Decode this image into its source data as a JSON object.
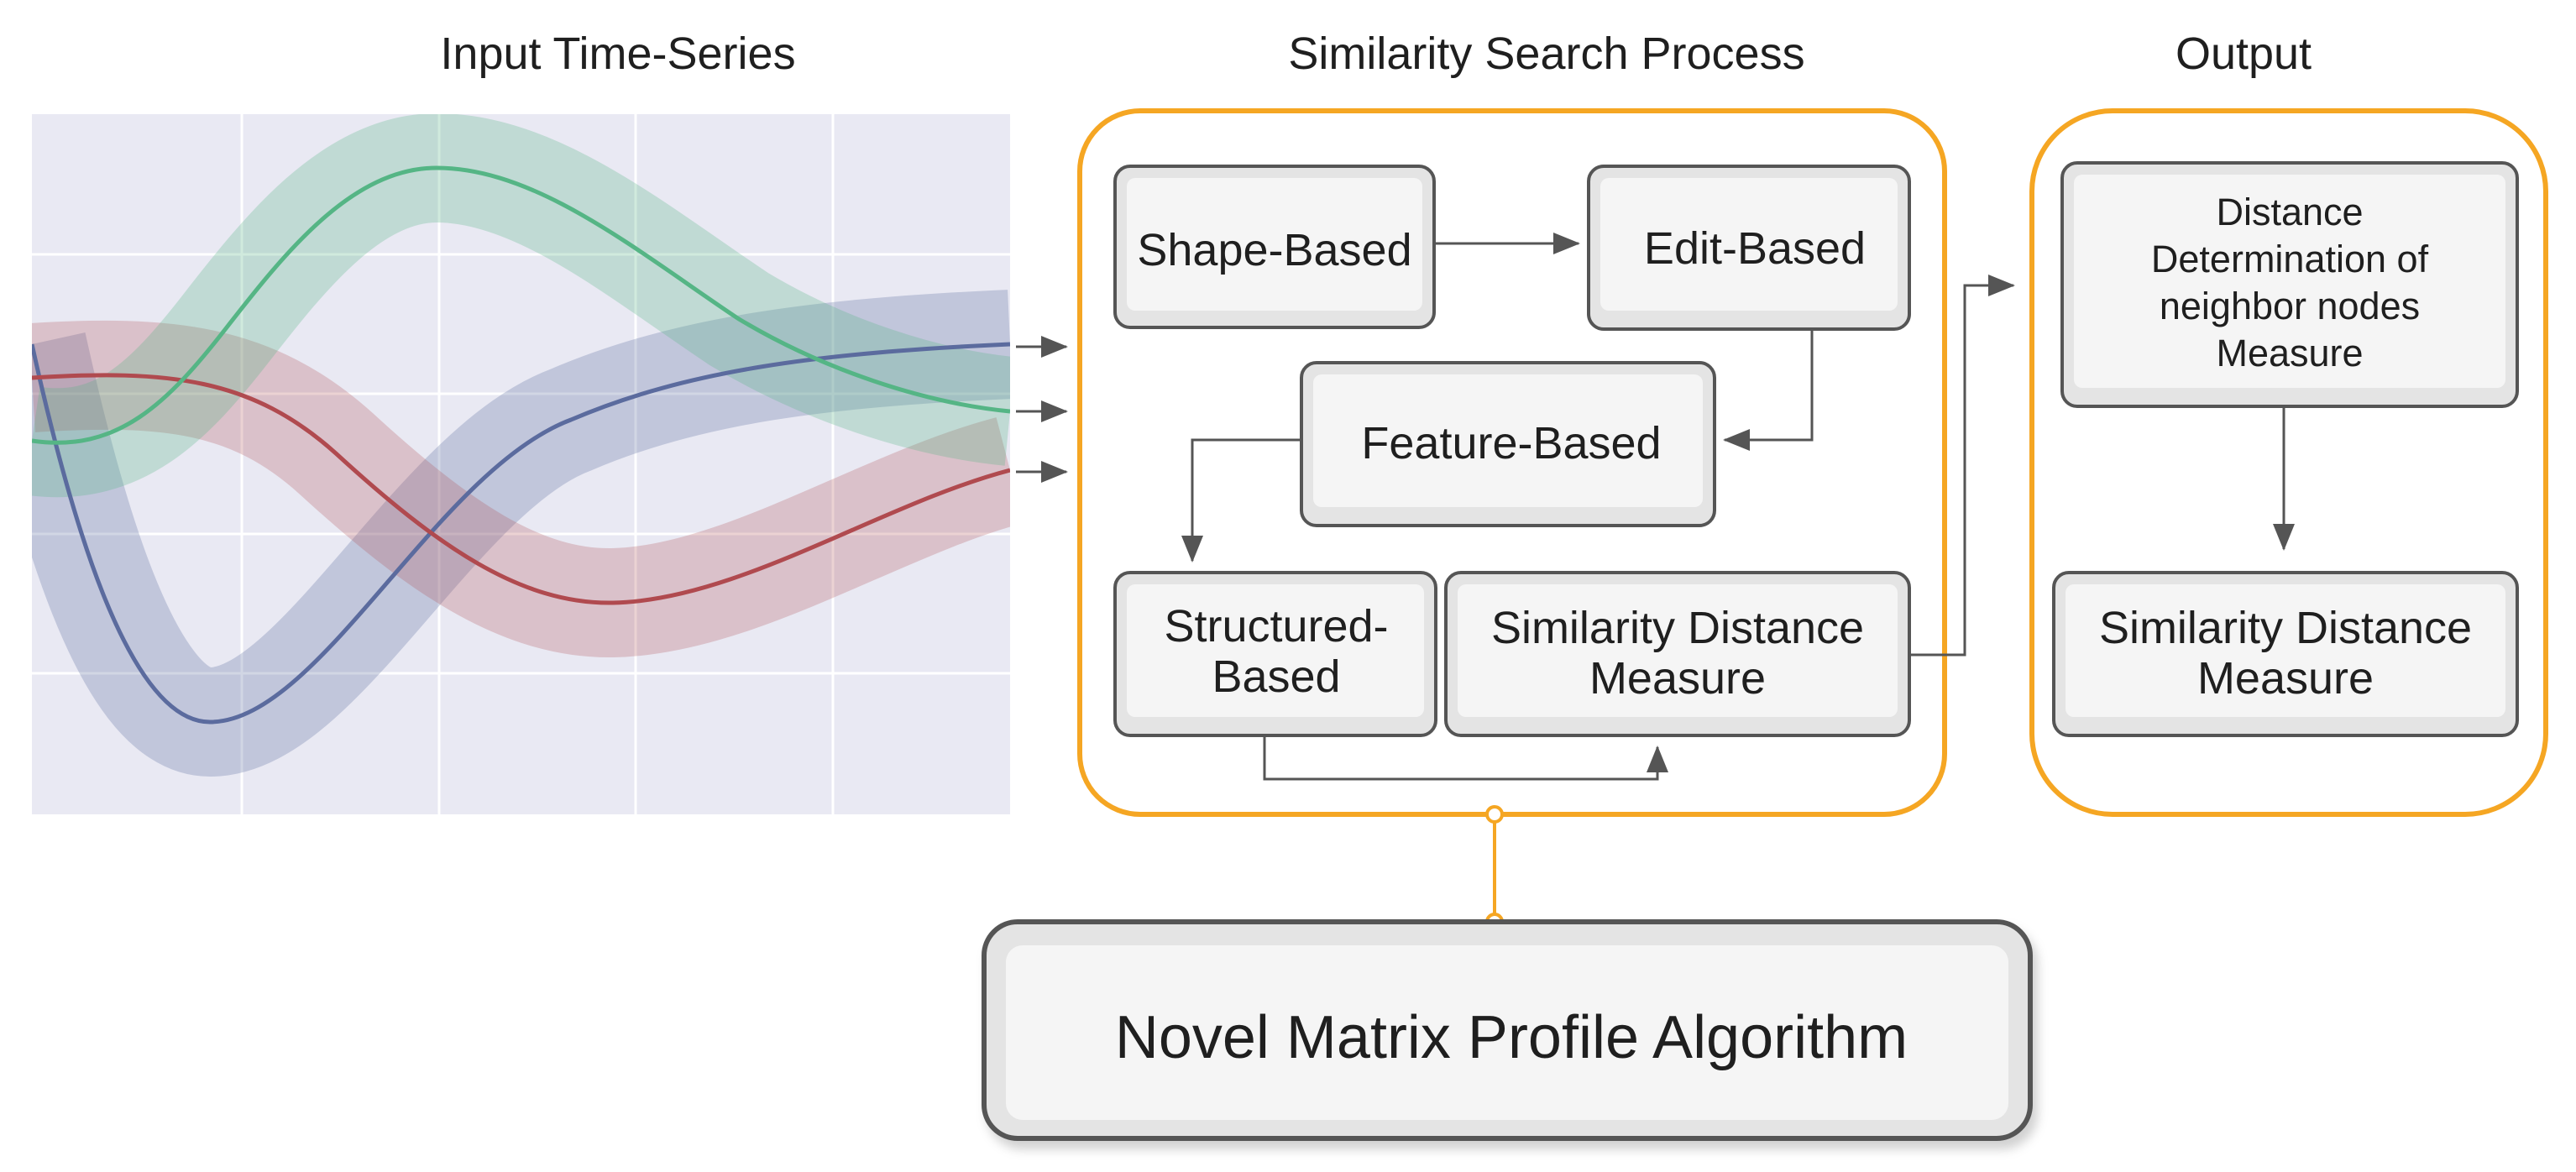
{
  "titles": {
    "input": "Input Time-Series",
    "process": "Similarity Search Process",
    "output": "Output"
  },
  "process": {
    "shape_based": "Shape-Based",
    "edit_based": "Edit-Based",
    "feature_based": "Feature-Based",
    "structured_line1": "Structured-",
    "structured_line2": "Based",
    "similarity_line1": "Similarity Distance",
    "similarity_line2": "Measure"
  },
  "output": {
    "distance_line1": "Distance",
    "distance_line2": "Determination of",
    "distance_line3": "neighbor nodes",
    "distance_line4": "Measure",
    "similarity_line1": "Similarity Distance",
    "similarity_line2": "Measure"
  },
  "algorithm": {
    "label": "Novel Matrix Profile Algorithm"
  },
  "colors": {
    "accent_orange": "#f5a623",
    "series_blue": "#5b6b9e",
    "series_red": "#b04a4f",
    "series_green": "#55b585",
    "plot_background": "#e9e9f3",
    "box_border": "#555555",
    "arrow": "#555555"
  }
}
